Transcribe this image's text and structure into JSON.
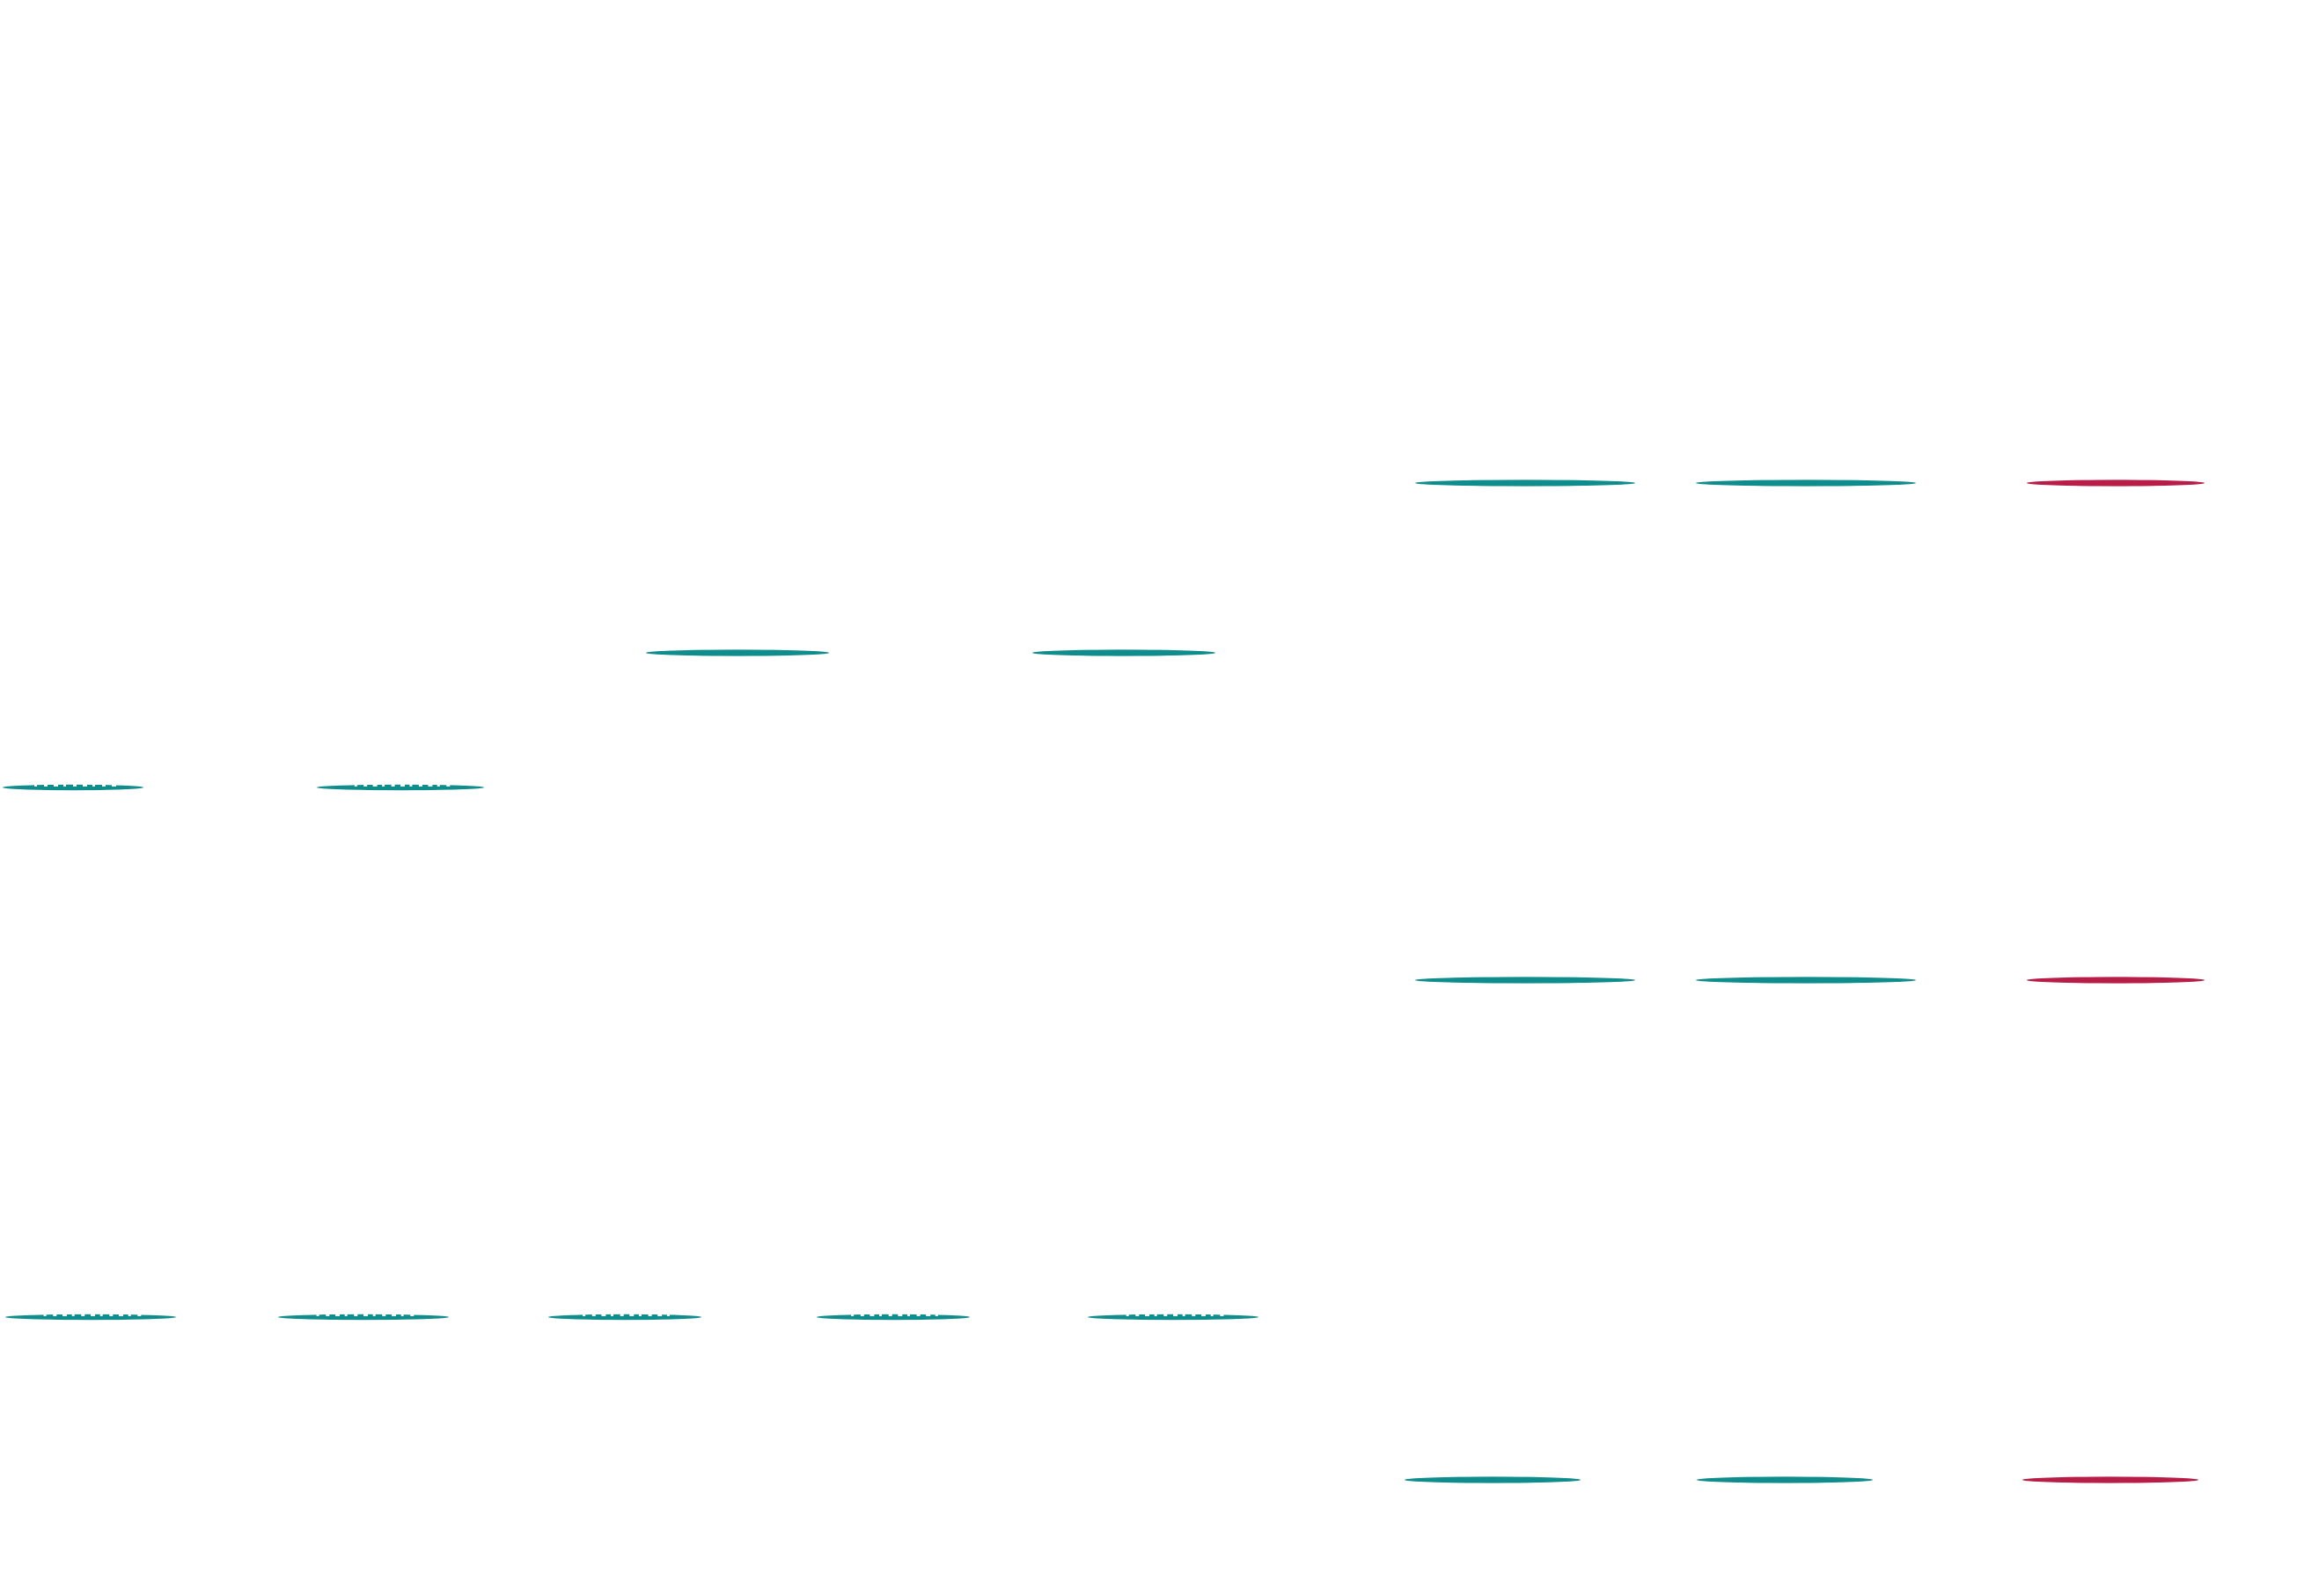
{
  "colors": {
    "background": "#ffffff",
    "teal": "#0f8c8c",
    "crimson": "#b81d47",
    "speckle": "#ffffff"
  },
  "groups": [
    {
      "id": "top-left-row",
      "nodes": [
        {
          "id": "left-pair-a",
          "color": "teal"
        },
        {
          "id": "left-pair-b",
          "color": "teal"
        }
      ]
    },
    {
      "id": "middle-row",
      "nodes": [
        {
          "id": "speckled-a",
          "color": "teal",
          "speckled": true
        },
        {
          "id": "speckled-b",
          "color": "teal",
          "speckled": true
        }
      ]
    },
    {
      "id": "bottom-left-row",
      "nodes": [
        {
          "id": "bottom-a",
          "color": "teal",
          "speckled": true
        },
        {
          "id": "bottom-b",
          "color": "teal",
          "speckled": true
        },
        {
          "id": "bottom-c",
          "color": "teal",
          "speckled": true
        },
        {
          "id": "bottom-d",
          "color": "teal",
          "speckled": true
        },
        {
          "id": "bottom-e",
          "color": "teal",
          "speckled": true
        }
      ]
    },
    {
      "id": "right-row-1",
      "nodes": [
        {
          "id": "r1-a",
          "color": "teal"
        },
        {
          "id": "r1-b",
          "color": "teal"
        },
        {
          "id": "r1-c",
          "color": "crimson"
        }
      ]
    },
    {
      "id": "right-row-2",
      "nodes": [
        {
          "id": "r2-a",
          "color": "teal"
        },
        {
          "id": "r2-b",
          "color": "teal"
        },
        {
          "id": "r2-c",
          "color": "crimson"
        }
      ]
    },
    {
      "id": "right-row-3",
      "nodes": [
        {
          "id": "r3-a",
          "color": "teal"
        },
        {
          "id": "r3-b",
          "color": "teal"
        },
        {
          "id": "r3-c",
          "color": "crimson"
        }
      ]
    }
  ]
}
